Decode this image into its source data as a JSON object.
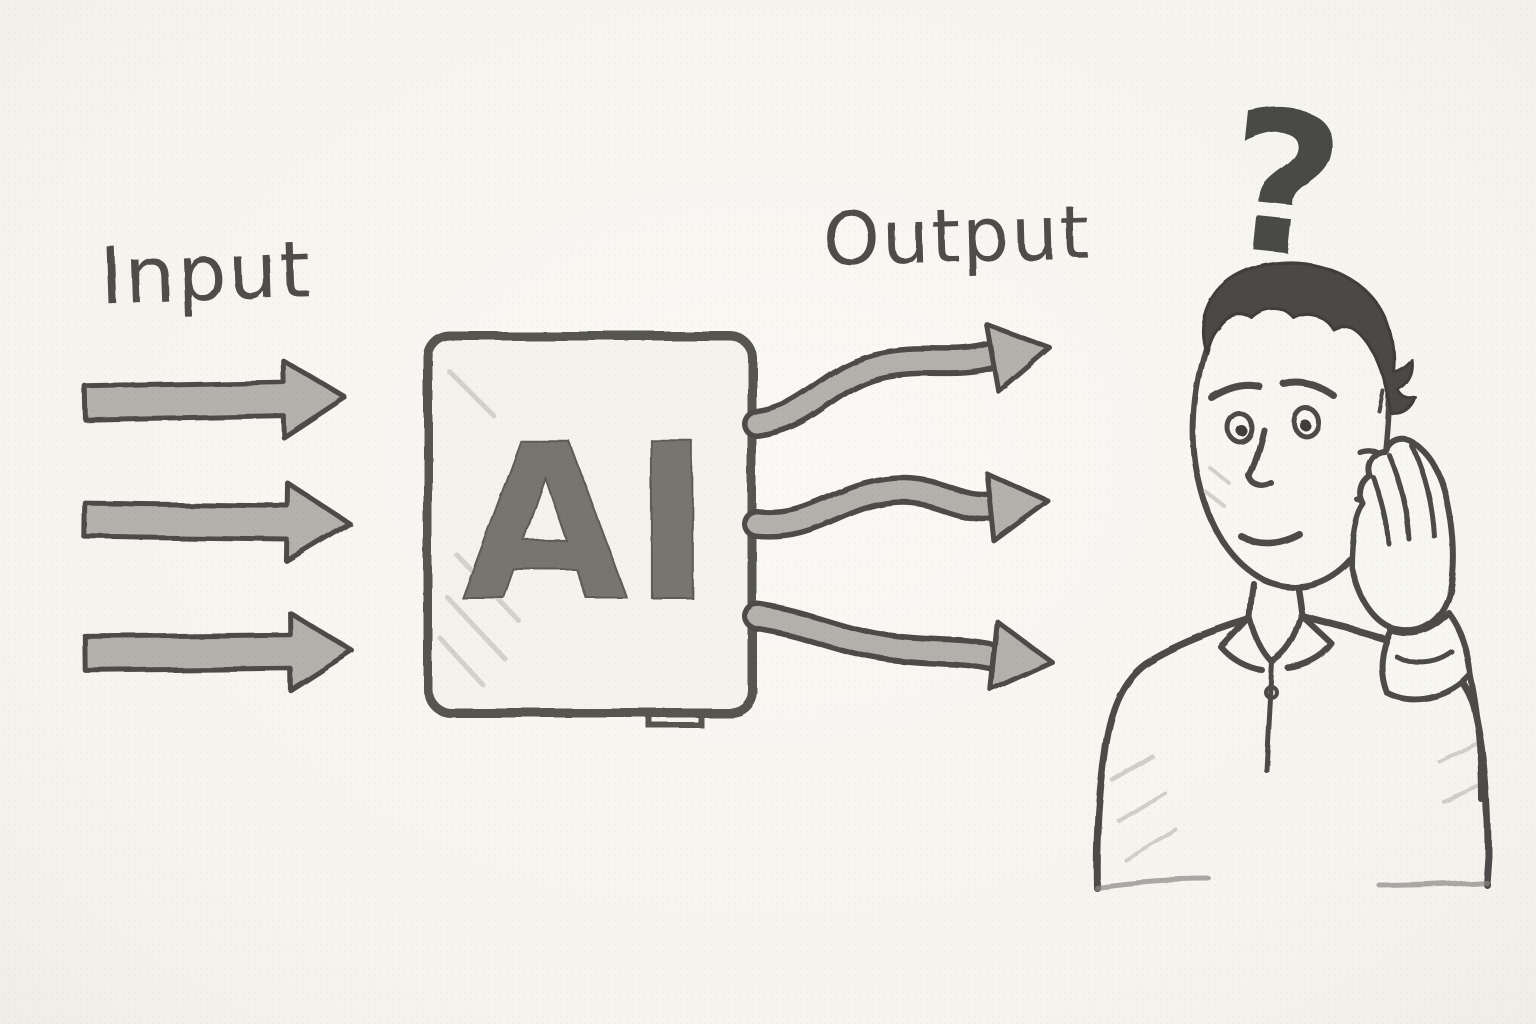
{
  "labels": {
    "input": "Input",
    "output": "Output",
    "ai": "AI",
    "question_mark": "?"
  },
  "diagram": {
    "input_arrow_count": 3,
    "output_arrow_count": 3
  },
  "colors": {
    "paper": "#f7f6f1",
    "ink": "#4e4c49",
    "graphite_fill": "#b3b1ab",
    "box_fill": "#f4f2ed",
    "ai_letters": "#76746e",
    "hair": "#4b4946"
  }
}
